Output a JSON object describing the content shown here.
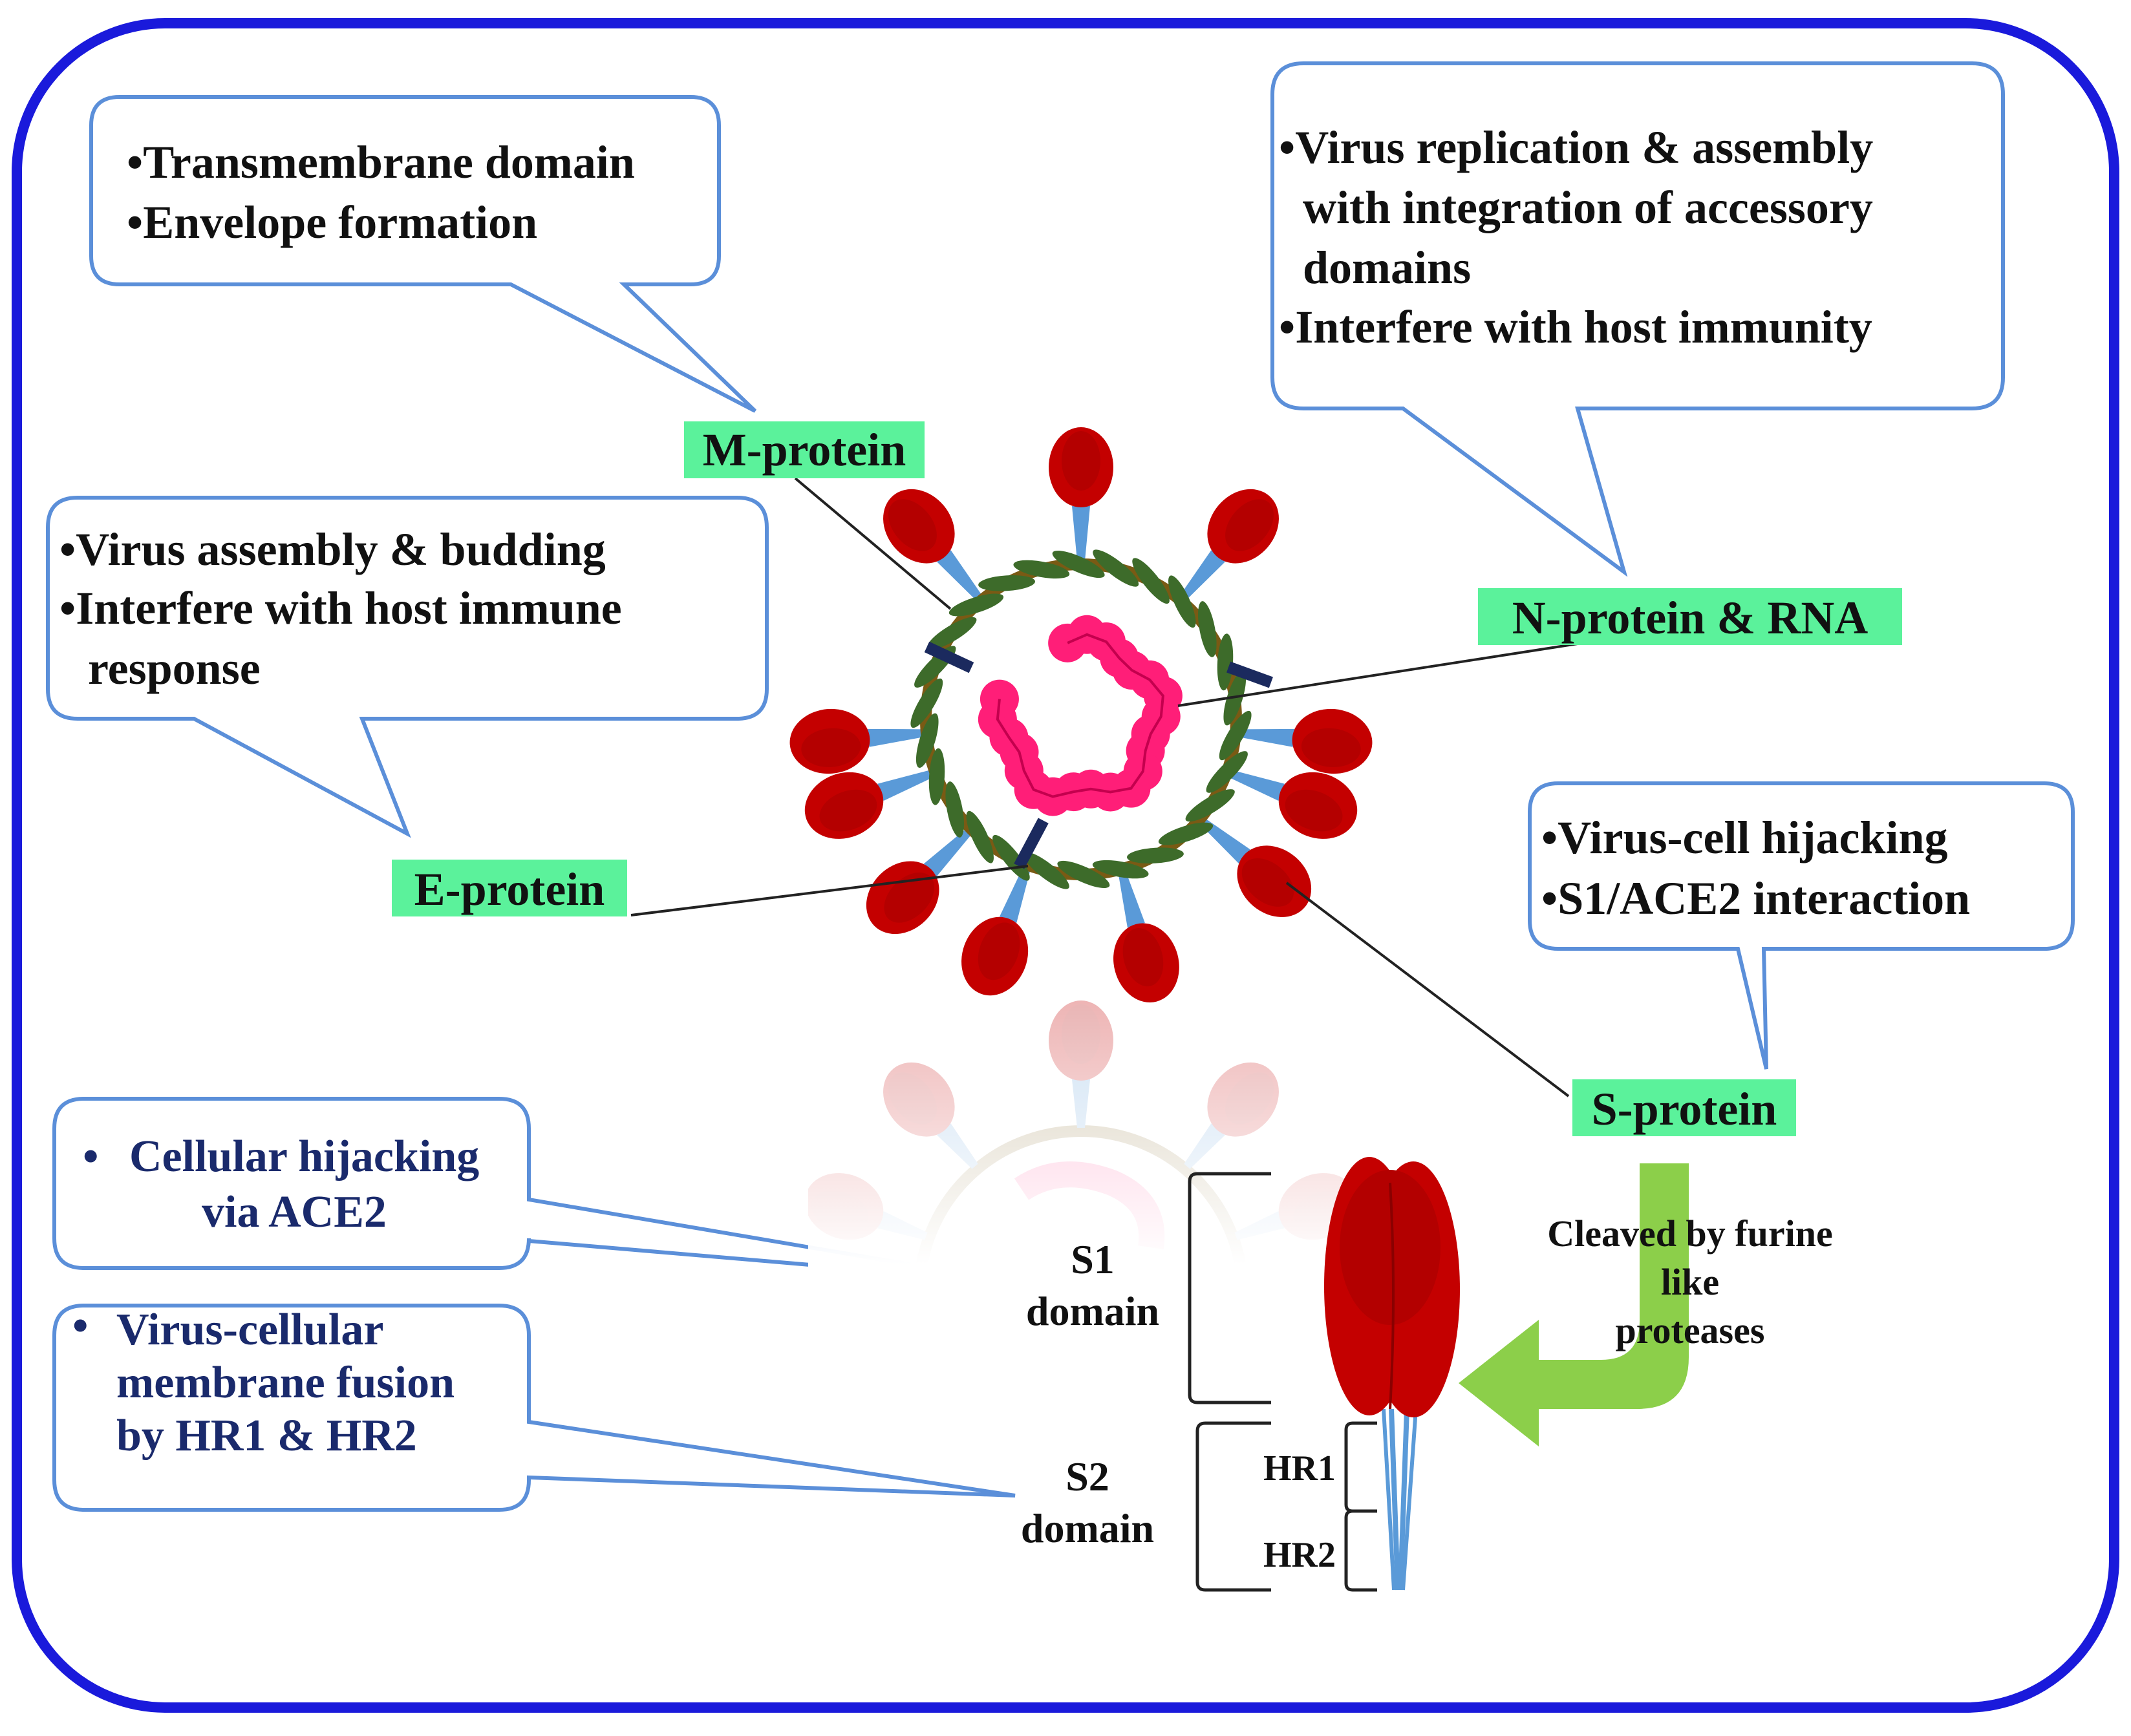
{
  "callouts": {
    "m_protein": {
      "lines": [
        "•Transmembrane domain",
        "•Envelope formation"
      ]
    },
    "n_protein": {
      "lines": [
        "•Virus replication & assembly",
        "with integration of accessory",
        "domains",
        "•Interfere with host immunity"
      ]
    },
    "e_protein": {
      "lines": [
        "•Virus assembly & budding",
        "•Interfere with host immune",
        "response"
      ]
    },
    "s_protein": {
      "lines": [
        "•Virus-cell hijacking",
        "•S1/ACE2 interaction"
      ]
    },
    "s1_domain": {
      "bullet": "•",
      "lines": [
        "Cellular hijacking",
        "via ACE2"
      ]
    },
    "s2_domain": {
      "bullet": "•",
      "lines": [
        "Virus-cellular",
        "membrane fusion",
        "by HR1 & HR2"
      ]
    }
  },
  "labels": {
    "m_protein": "M-protein",
    "n_protein": "N-protein & RNA",
    "e_protein": "E-protein",
    "s_protein": "S-protein"
  },
  "spike_detail": {
    "s1": [
      "S1",
      "domain"
    ],
    "s2": [
      "S2",
      "domain"
    ],
    "hr1": "HR1",
    "hr2": "HR2",
    "cleavage": [
      "Cleaved by furine",
      "like",
      "proteases"
    ]
  },
  "colors": {
    "frame": "#1a1adb",
    "callout_border": "#5b8fd9",
    "label_bg": "#5bf29b",
    "spike_head": "#c40000",
    "spike_stalk": "#5a9ad8",
    "envelope": "#7a5a14",
    "m_protein": "#3d6b2a",
    "e_protein": "#1b2a5e",
    "rna": "#ff1e78",
    "arrow": "#8ccf4a"
  }
}
